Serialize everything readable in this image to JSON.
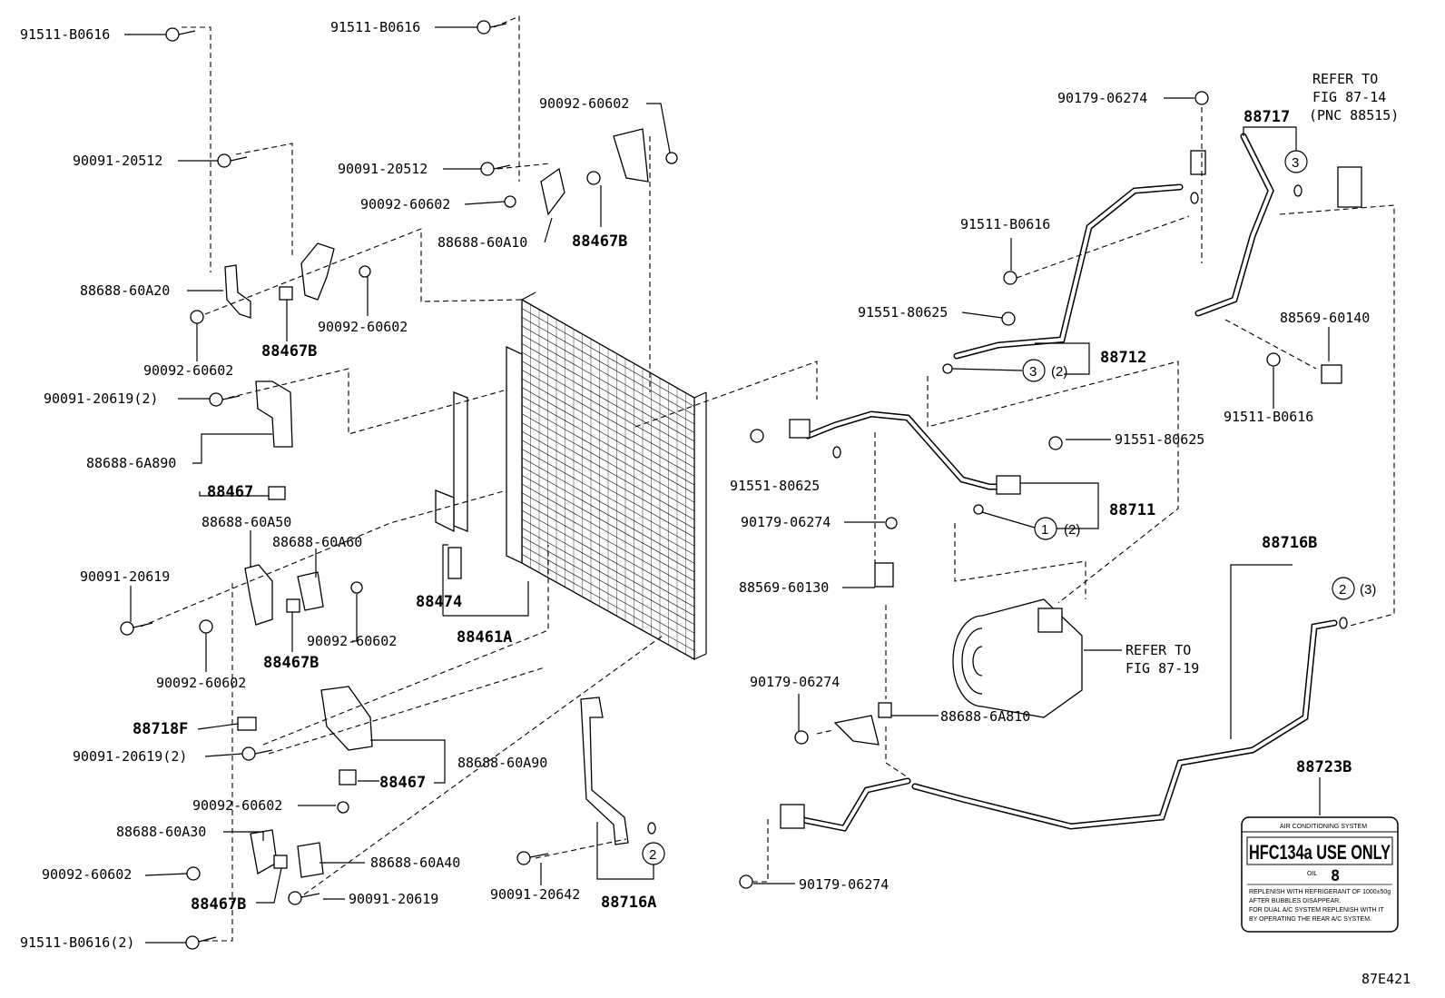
{
  "labels": {
    "l01": "91511-B0616",
    "l02": "91511-B0616",
    "l03": "90092-60602",
    "l04": "90091-20512",
    "l05": "90091-20512",
    "l06": "90092-60602",
    "l07": "88688-60A10",
    "l08": "88467B",
    "l09": "88688-60A20",
    "l10": "90092-60602",
    "l11": "88467B",
    "l12": "90092-60602",
    "l13": "90091-20619(2)",
    "l14": "88688-6A890",
    "l15": "88467",
    "l16": "88688-60A50",
    "l17": "88688-60A60",
    "l18": "90091-20619",
    "l19": "90092-60602",
    "l20": "88467B",
    "l21": "90092-60602",
    "l22": "88474",
    "l23": "88461A",
    "l24": "88718F",
    "l25": "90091-20619(2)",
    "l26": "88688-60A90",
    "l27": "88467",
    "l28": "90092-60602",
    "l29": "88688-60A30",
    "l30": "90092-60602",
    "l31": "88688-60A40",
    "l32": "88467B",
    "l33": "90091-20619",
    "l34": "91511-B0616(2)",
    "l35": "90091-20642",
    "l36": "88716A",
    "l37": "90179-06274",
    "l38": "REFER TO",
    "l39": "FIG 87-14",
    "l40": "(PNC 88515)",
    "l41": "88717",
    "l42": "91511-B0616",
    "l43": "91551-80625",
    "l44": "88712",
    "l45": "88569-60140",
    "l46": "91511-B0616",
    "l47": "91551-80625",
    "l48": "91551-80625",
    "l49": "88711",
    "l50": "90179-06274",
    "l51": "88569-60130",
    "l52": "88716B",
    "l53": "REFER TO",
    "l54": "FIG 87-19",
    "l55": "90179-06274",
    "l56": "88688-6A810",
    "l57": "88723B",
    "l58": "90179-06274",
    "l59": "87E421"
  },
  "callouts": {
    "c1": "3",
    "c1_qty": "(2)",
    "c2": "1",
    "c2_qty": "(2)",
    "c3": "3",
    "c4": "2",
    "c4_qty": "(3)",
    "c5": "2"
  },
  "sticker": {
    "header": "AIR CONDITIONING SYSTEM",
    "main": "HFC134a USE ONLY",
    "oil_code": "8",
    "oil_label": "OIL",
    "line1": "REPLENISH WITH REFRIGERANT OF 1000±50g",
    "line2": "AFTER BUBBLES DISAPPEAR.",
    "line3": "FOR DUAL A/C SYSTEM REPLENISH WITH IT",
    "line4": "BY OPERATING THE REAR A/C SYSTEM."
  }
}
